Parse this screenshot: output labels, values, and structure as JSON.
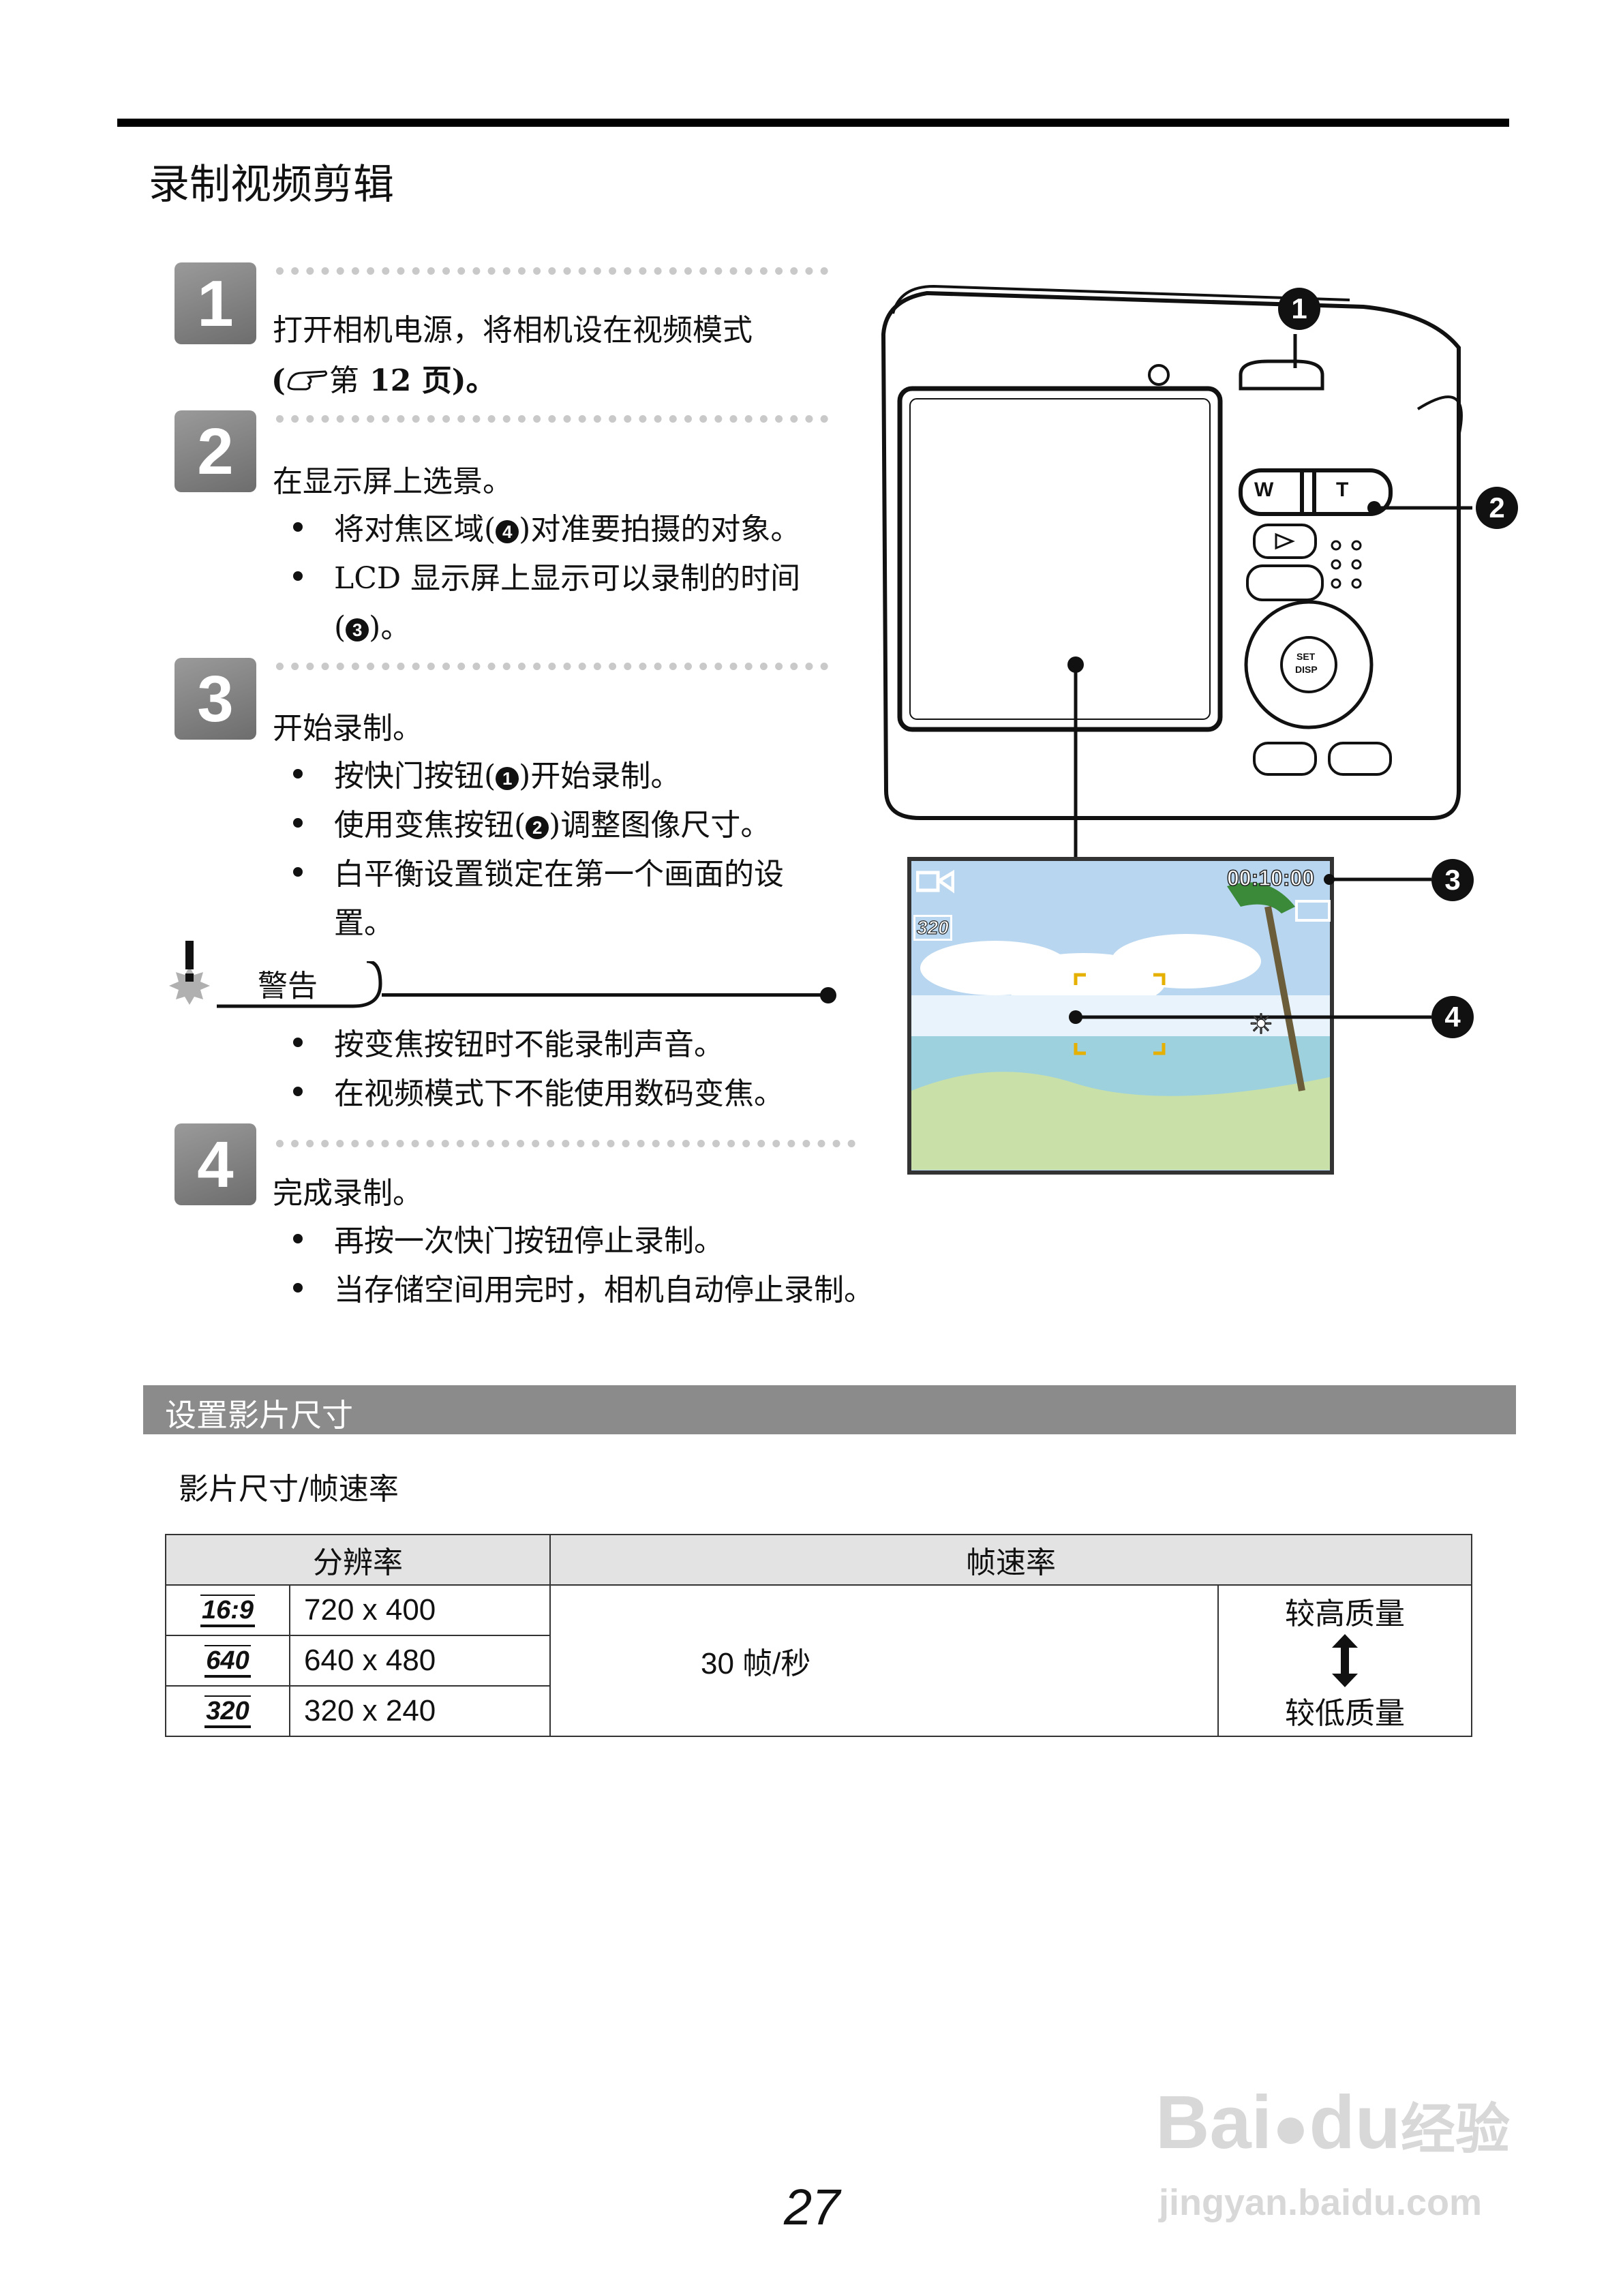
{
  "title": "录制视频剪辑",
  "steps": [
    {
      "num": "1",
      "head": "打开相机电源，将相机设在视频模式",
      "head2_pre": "(",
      "head2_mid": "第",
      "head2_num": "12",
      "head2_post": " 页)。",
      "bullets": []
    },
    {
      "num": "2",
      "head": "在显示屏上选景。",
      "bullets": [
        {
          "pre": "将对焦区域(",
          "mark": "4",
          "post": ")对准要拍摄的对象。"
        },
        {
          "pre": "LCD 显示屏上显示可以录制的时间",
          "mark": "",
          "post": ""
        },
        {
          "pre": "(",
          "mark": "3",
          "post": ")。"
        }
      ]
    },
    {
      "num": "3",
      "head": "开始录制。",
      "bullets": [
        {
          "pre": "按快门按钮(",
          "mark": "1",
          "post": ")开始录制。"
        },
        {
          "pre": "使用变焦按钮(",
          "mark": "2",
          "post": ")调整图像尺寸。"
        },
        {
          "pre": "白平衡设置锁定在第一个画面的设",
          "mark": "",
          "post": ""
        },
        {
          "pre": "置。",
          "mark": "",
          "post": ""
        }
      ]
    },
    {
      "num": "4",
      "head": "完成录制。",
      "bullets": [
        {
          "pre": "再按一次快门按钮停止录制。",
          "mark": "",
          "post": ""
        },
        {
          "pre": "当存储空间用完时，相机自动停止录制。",
          "mark": "",
          "post": ""
        }
      ]
    }
  ],
  "warning": {
    "label": "警告",
    "bullets": [
      "按变焦按钮时不能录制声音。",
      "在视频模式下不能使用数码变焦。"
    ]
  },
  "camera": {
    "callouts": [
      "1",
      "2",
      "3",
      "4"
    ],
    "zoom_w": "W",
    "zoom_t": "T",
    "set_label": "SET",
    "disp_label": "DISP",
    "lcd_time": "00:10:00",
    "lcd_size": "320"
  },
  "section": {
    "title": "设置影片尺寸",
    "subtitle": "影片尺寸/帧速率"
  },
  "table": {
    "header_resolution": "分辨率",
    "header_framerate": "帧速率",
    "rows": [
      {
        "icon": "16:9",
        "res": "720 x 400"
      },
      {
        "icon": "640",
        "res": "640 x 480"
      },
      {
        "icon": "320",
        "res": "320 x 240"
      }
    ],
    "fps": "30  帧/秒",
    "quality_high": "较高质量",
    "quality_low": "较低质量"
  },
  "page_number": "27",
  "watermark": {
    "line1": "Bai",
    "line1b": "du",
    "line1c": "经验",
    "line2": "jingyan.baidu.com"
  }
}
